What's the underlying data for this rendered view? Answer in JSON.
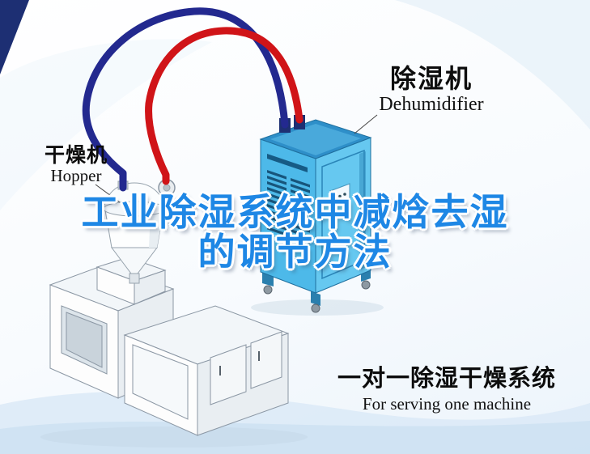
{
  "labels": {
    "hopper": {
      "cn": "干燥机",
      "en": "Hopper"
    },
    "dehumidifier": {
      "cn": "除湿机",
      "en": "Dehumidifier"
    }
  },
  "title": {
    "line1": "工业除湿系统中减焓去湿",
    "line2": "的调节方法",
    "color": "#1e87e5"
  },
  "caption": {
    "cn": "一对一除湿干燥系统",
    "en": "For serving one machine"
  },
  "colors": {
    "pipe_cold": "#23298f",
    "pipe_hot": "#d01418",
    "corner_navy": "#1d2f73",
    "machine_top": "#2e8fc9",
    "machine_front": "#4db9e9",
    "machine_side": "#66c8f0"
  }
}
